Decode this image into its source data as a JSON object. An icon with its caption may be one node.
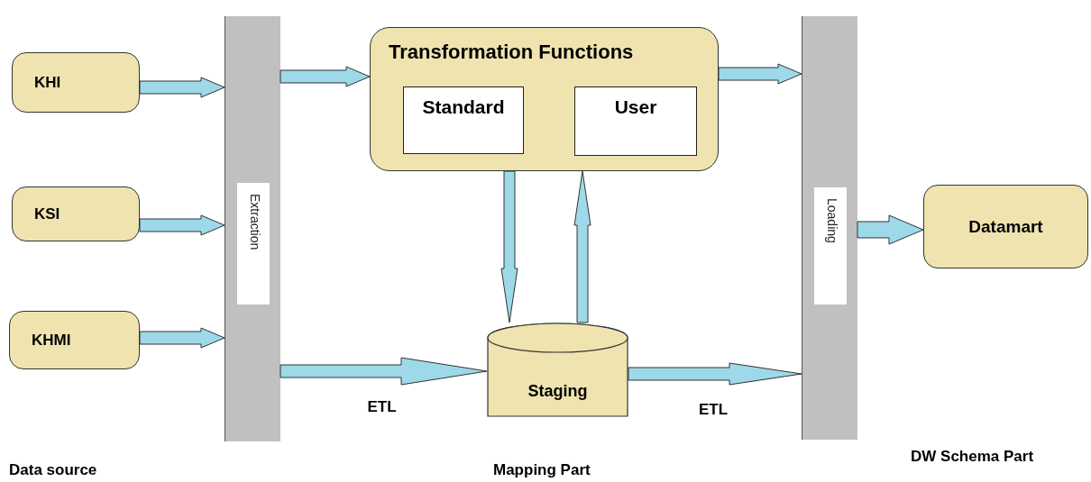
{
  "diagram": {
    "nodes": [
      {
        "text": [
          "KHI"
        ]
      },
      {
        "text": [
          "KSI"
        ]
      },
      {
        "text": [
          "KHMI"
        ]
      },
      {
        "text": [
          "Extraction"
        ]
      },
      {
        "text": [
          "Transformation Functions"
        ]
      },
      {
        "text": [
          "Standard"
        ],
        "in": 4
      },
      {
        "text": [
          "User"
        ],
        "in": 4
      },
      {
        "text": [
          "Staging"
        ]
      },
      {
        "text": [
          "Loading"
        ]
      },
      {
        "text": [
          "Datamart"
        ]
      }
    ],
    "edges": [
      {
        "from": 0,
        "to": 3,
        "arrow": "to"
      },
      {
        "from": 1,
        "to": 3,
        "arrow": "to"
      },
      {
        "from": 2,
        "to": 3,
        "arrow": "to"
      },
      {
        "from": 3,
        "to": 4,
        "arrow": "to"
      },
      {
        "from": 4,
        "to": 8,
        "arrow": "to"
      },
      {
        "from": 4,
        "to": 7,
        "arrow": "to"
      },
      {
        "from": 7,
        "to": 4,
        "arrow": "to"
      },
      {
        "from": 3,
        "to": 7,
        "arrow": "to",
        "label": "ETL"
      },
      {
        "from": 7,
        "to": 8,
        "arrow": "to",
        "label": "ETL"
      },
      {
        "from": 8,
        "to": 9,
        "arrow": "to"
      }
    ],
    "labels": [
      "Data source",
      "Mapping Part",
      "DW Schema Part"
    ]
  }
}
